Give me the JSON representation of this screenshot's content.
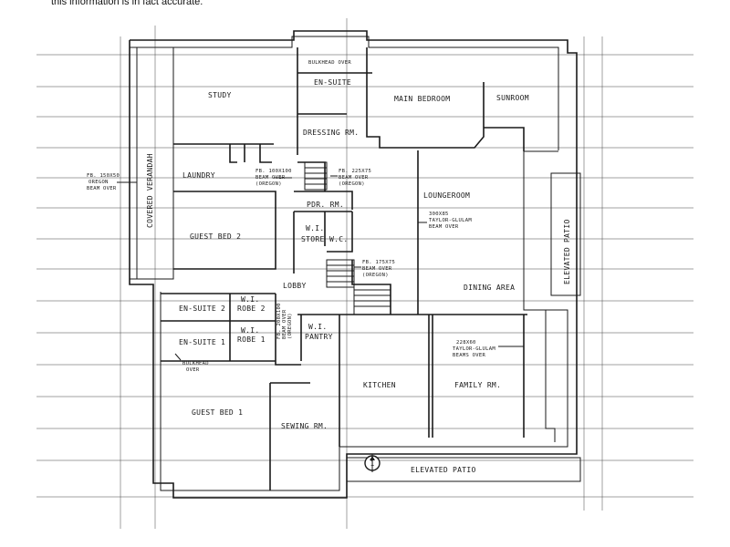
{
  "caption": "this information is in fact accurate.",
  "rooms": {
    "study": "STUDY",
    "en_suite_top": "EN-SUITE",
    "main_bedroom": "MAIN BEDROOM",
    "sunroom": "SUNROOM",
    "dressing_room": "DRESSING RM.",
    "laundry": "LAUNDRY",
    "pdr_room": "PDR. RM.",
    "loungeroom": "LOUNGEROOM",
    "guest_bed_2": "GUEST BED 2",
    "wi_store": "W.I.",
    "wi_store_2": "STORE",
    "wc": "W.C.",
    "lobby": "LOBBY",
    "dining_area": "DINING AREA",
    "en_suite_2": "EN-SUITE 2",
    "wi_robe_2a": "W.I.",
    "wi_robe_2b": "ROBE 2",
    "en_suite_1": "EN-SUITE 1",
    "wi_robe_1a": "W.I.",
    "wi_robe_1b": "ROBE 1",
    "wi_pantry_a": "W.I.",
    "wi_pantry_b": "PANTRY",
    "kitchen": "KITCHEN",
    "family_room": "FAMILY RM.",
    "guest_bed_1": "GUEST BED 1",
    "sewing_room": "SEWING RM.",
    "covered_verandah": "COVERED VERANDAH",
    "elevated_patio_right": "ELEVATED PATIO",
    "elevated_patio_bottom": "ELEVATED PATIO",
    "entry_marker": "1"
  },
  "notes": {
    "bulkhead_top": "BULKHEAD OVER",
    "bulkhead_bottom_a": "BULKHEAD",
    "bulkhead_bottom_b": "OVER",
    "beam_150_a": "FB. 150X50",
    "beam_150_b": "OREGON",
    "beam_150_c": "BEAM OVER",
    "beam_100_a": "FB. 100X100",
    "beam_100_b": "BEAM OVER",
    "beam_100_c": "(OREGON)",
    "beam_225_a": "FB. 225X75",
    "beam_225_b": "BEAM OVER",
    "beam_225_c": "(OREGON)",
    "beam_300_a": "300X85",
    "beam_300_b": "TAYLOR-GLULAM",
    "beam_300_c": "BEAM OVER",
    "beam_175_a": "FB. 175X75",
    "beam_175_b": "BEAM OVER",
    "beam_175_c": "(OREGON)",
    "beam_200_a": "FB. 200X100",
    "beam_200_b": "BEAM OVER",
    "beam_200_c": "(OREGON)",
    "beam_228_a": "228X60",
    "beam_228_b": "TAYLOR-GLULAM",
    "beam_228_c": "BEAMS OVER"
  },
  "colors": {
    "ink": "#1a1a1a",
    "paper": "#ffffff"
  }
}
